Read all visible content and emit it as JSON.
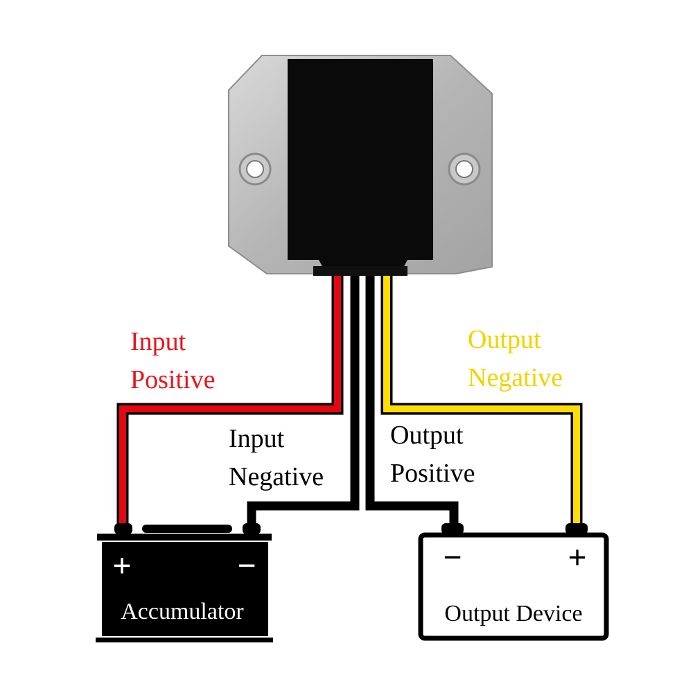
{
  "labels": {
    "input_positive": [
      "Input",
      "Positive"
    ],
    "input_negative": [
      "Input",
      "Negative"
    ],
    "output_positive": [
      "Output",
      "Positive"
    ],
    "output_negative": [
      "Output",
      "Negative"
    ]
  },
  "accumulator": {
    "name": "Accumulator",
    "plus_sign": "+",
    "minus_sign": "−"
  },
  "output_device": {
    "name": "Output Device",
    "plus_sign": "+",
    "minus_sign": "−"
  },
  "colors": {
    "positive_input_wire": "#e30613",
    "negative_wire": "#000000",
    "output_negative_wire": "#ffdd00",
    "input_positive_label": "#e8141c",
    "output_negative_label": "#f3d200",
    "module_housing": "#b8b8b8",
    "module_cover": "#0a0a0a"
  }
}
